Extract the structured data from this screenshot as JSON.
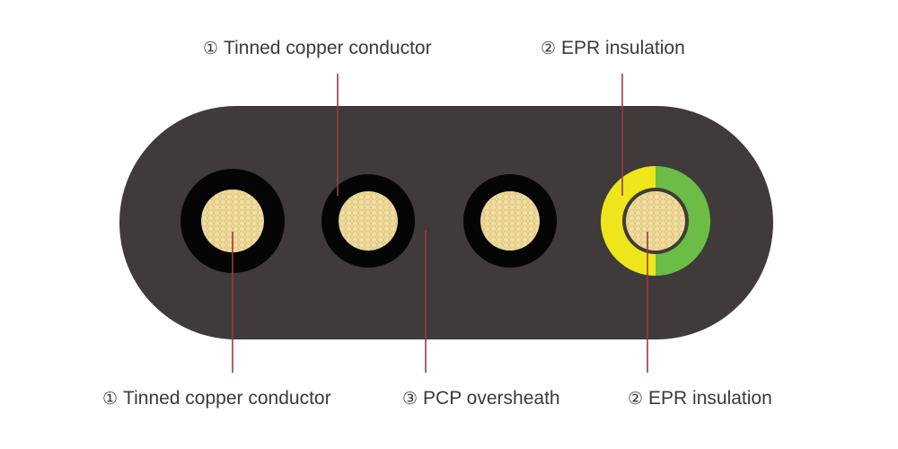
{
  "labels": {
    "top_conductor": {
      "num": "①",
      "text": "Tinned copper conductor"
    },
    "top_insulation": {
      "num": "②",
      "text": "EPR insulation"
    },
    "bottom_conductor": {
      "num": "①",
      "text": "Tinned copper conductor"
    },
    "bottom_oversheath": {
      "num": "③",
      "text": "PCP oversheath"
    },
    "bottom_insulation": {
      "num": "②",
      "text": "EPR insulation"
    }
  },
  "colors": {
    "sheath": "#3f3b3a",
    "core_insulation": "#050505",
    "copper": "#f1dd9e",
    "copper_mesh": "#d6bf7c",
    "earth_yellow": "#efe51b",
    "earth_green": "#6cbd45",
    "leader_line": "#9a3a46",
    "label_text": "#3a3a3a"
  }
}
